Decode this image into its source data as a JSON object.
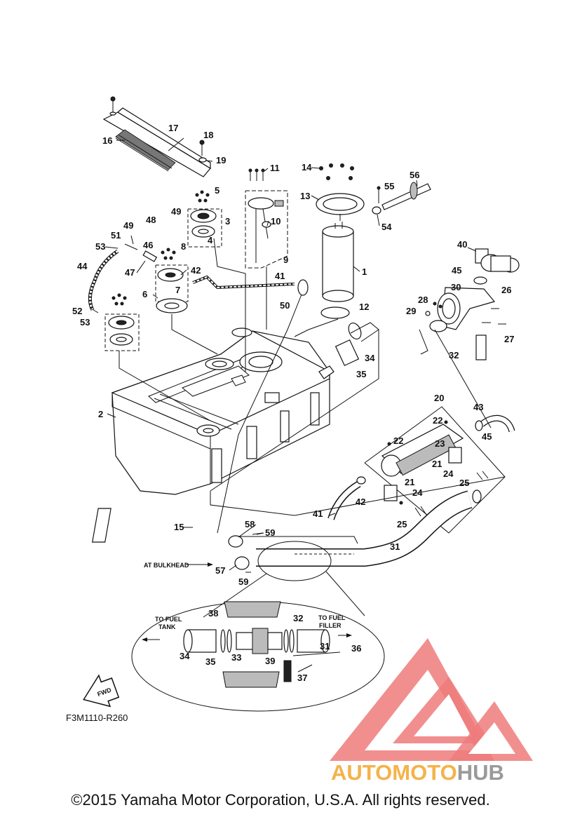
{
  "labels": [
    {
      "id": "1"
    },
    {
      "id": "2"
    },
    {
      "id": "3"
    },
    {
      "id": "4"
    },
    {
      "id": "5"
    },
    {
      "id": "6"
    },
    {
      "id": "7"
    },
    {
      "id": "8"
    },
    {
      "id": "9"
    },
    {
      "id": "10"
    },
    {
      "id": "11"
    },
    {
      "id": "12"
    },
    {
      "id": "13"
    },
    {
      "id": "14"
    },
    {
      "id": "15"
    },
    {
      "id": "16"
    },
    {
      "id": "17"
    },
    {
      "id": "18"
    },
    {
      "id": "19"
    },
    {
      "id": "20"
    },
    {
      "id": "21"
    },
    {
      "id": "22"
    },
    {
      "id": "23"
    },
    {
      "id": "24"
    },
    {
      "id": "25"
    },
    {
      "id": "26"
    },
    {
      "id": "27"
    },
    {
      "id": "28"
    },
    {
      "id": "29"
    },
    {
      "id": "30"
    },
    {
      "id": "31"
    },
    {
      "id": "32"
    },
    {
      "id": "33"
    },
    {
      "id": "34"
    },
    {
      "id": "35"
    },
    {
      "id": "36"
    },
    {
      "id": "37"
    },
    {
      "id": "38"
    },
    {
      "id": "39"
    },
    {
      "id": "40"
    },
    {
      "id": "41"
    },
    {
      "id": "42"
    },
    {
      "id": "43"
    },
    {
      "id": "44"
    },
    {
      "id": "45"
    },
    {
      "id": "46"
    },
    {
      "id": "47"
    },
    {
      "id": "48"
    },
    {
      "id": "49"
    },
    {
      "id": "50"
    },
    {
      "id": "51"
    },
    {
      "id": "52"
    },
    {
      "id": "53"
    },
    {
      "id": "54"
    },
    {
      "id": "55"
    },
    {
      "id": "56"
    },
    {
      "id": "57"
    },
    {
      "id": "58"
    },
    {
      "id": "59"
    }
  ],
  "notes": {
    "at_bulkhead": "AT BULKHEAD",
    "to_fuel_tank_1": "TO FUEL",
    "to_fuel_tank_2": "TANK",
    "to_fuel_filler_1": "TO FUEL",
    "to_fuel_filler_2": "FILLER",
    "fwd": "FWD"
  },
  "figure_code": "F3M1110-R260",
  "watermark": {
    "text_a": "AUTOMOTO",
    "text_b": "HUB",
    "color_a": "#f5b24a",
    "color_b": "#9a9a9a",
    "logo_color": "#ef7b7b"
  },
  "copyright": "©2015 Yamaha Motor Corporation, U.S.A. All rights reserved."
}
